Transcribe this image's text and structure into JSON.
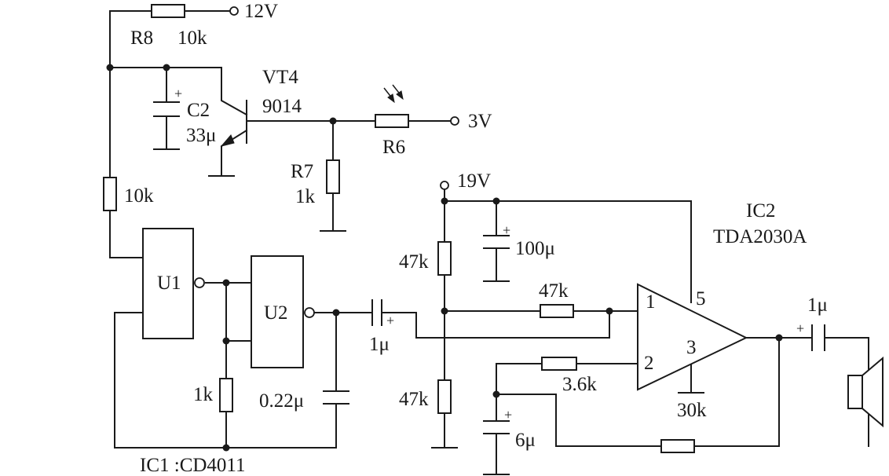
{
  "labels": {
    "v12": "12V",
    "r8": "R8",
    "r8_val": "10k",
    "vt4": "VT4",
    "vt4_type": "9014",
    "c2": "C2",
    "c2_val": "33μ",
    "v3": "3V",
    "r6": "R6",
    "r7": "R7",
    "r7_val": "1k",
    "r10k_left": "10k",
    "v19": "19V",
    "ic2": "IC2",
    "ic2_type": "TDA2030A",
    "r47k_top": "47k",
    "c100": "100μ",
    "r47k_fb": "47k",
    "u1": "U1",
    "u2": "U2",
    "c_in": "1μ",
    "pin1": "1",
    "pin5": "5",
    "pin3": "3",
    "pin2": "2",
    "c_out": "1μ",
    "r1k": "1k",
    "c022": "0.22μ",
    "r47k_bot": "47k",
    "r36k": "3.6k",
    "r30k": "30k",
    "c6": "6μ",
    "ic1": "IC1 :CD4011",
    "plus": "+"
  }
}
